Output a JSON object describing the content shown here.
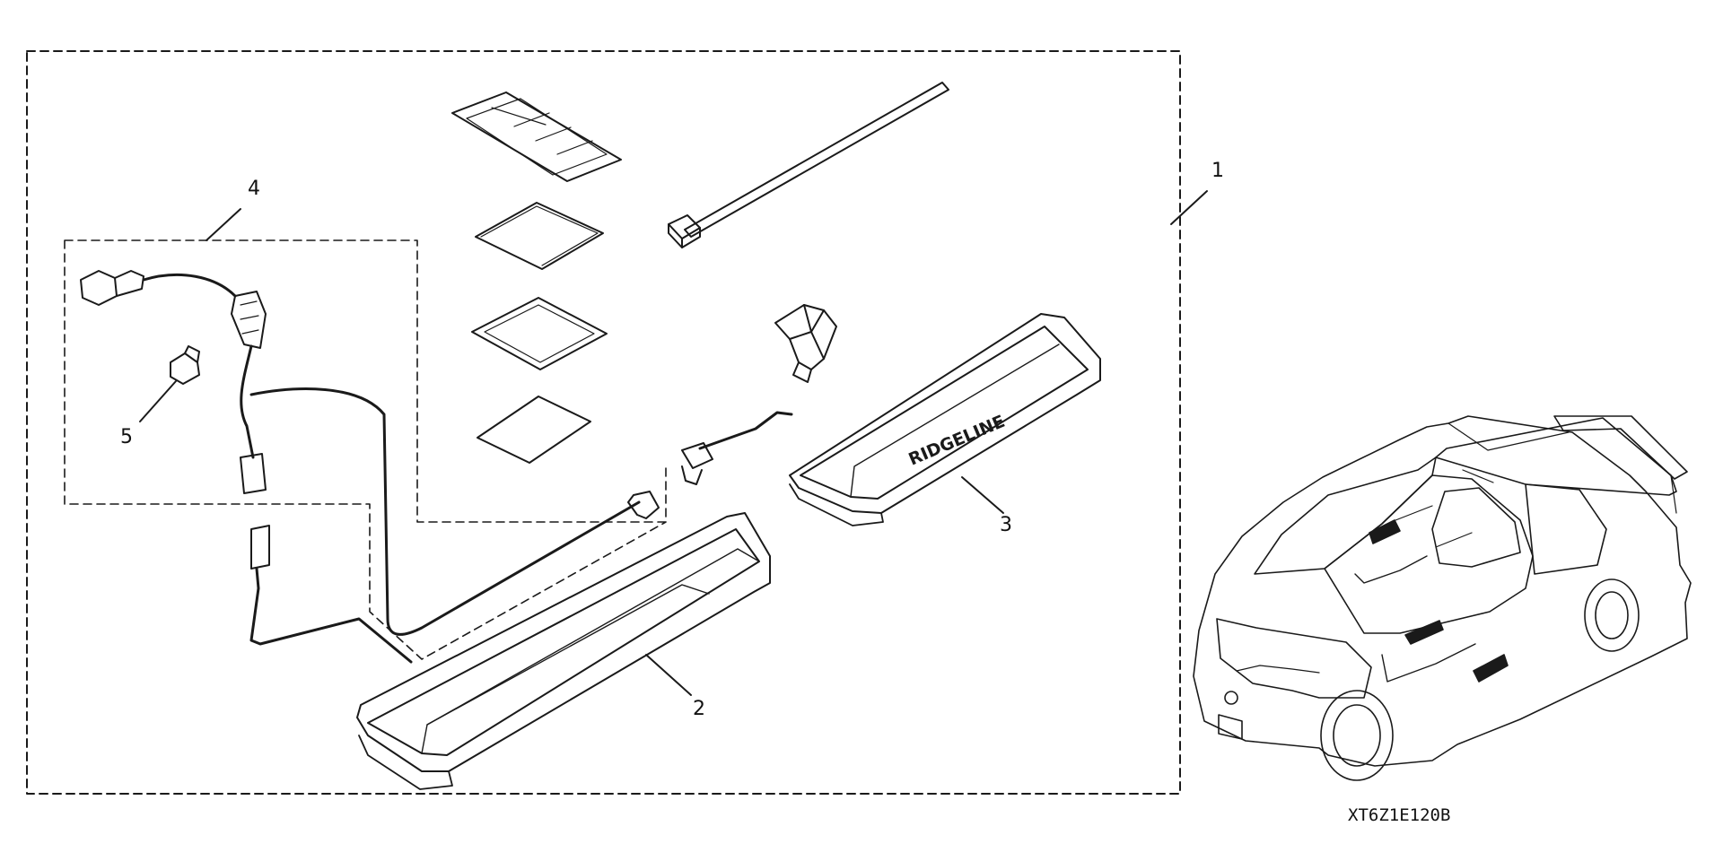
{
  "callouts": {
    "kit": "1",
    "front_sill_trim": "2",
    "rear_sill_trim": "3",
    "sub_harness": "4",
    "fuse": "5"
  },
  "sill_emblem_text": "RIDGELINE",
  "drawing_code": "XT6Z1E120B",
  "colors": {
    "line": "#1a1a1a",
    "paper": "#ffffff"
  }
}
